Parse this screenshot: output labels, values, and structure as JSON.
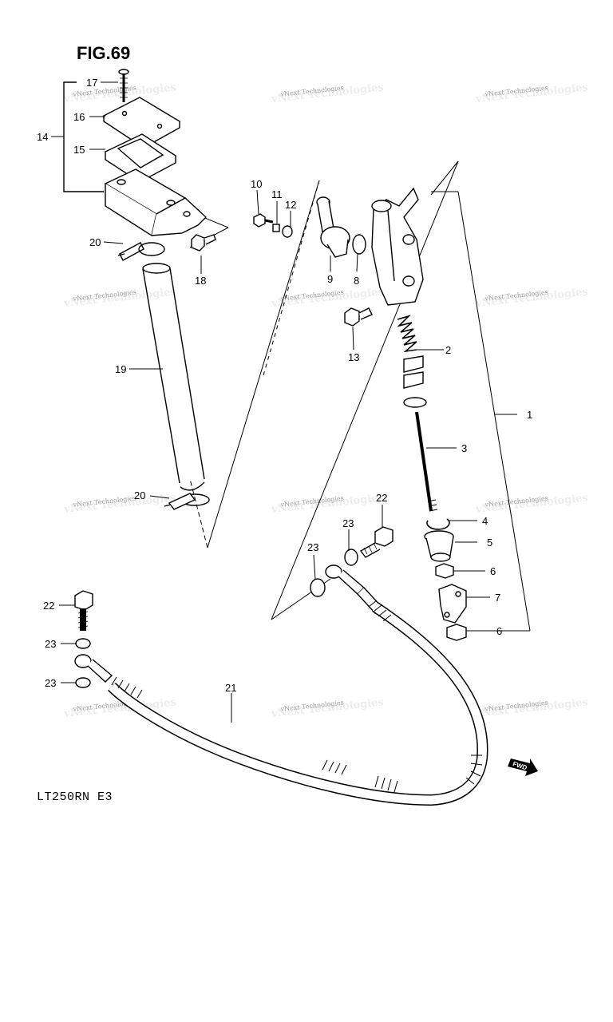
{
  "figure_title": "FIG.69",
  "model_code": "LT250RN E3",
  "watermark_text": "vNext Technologies",
  "fwd_label": "FWD",
  "callouts": [
    {
      "id": "c17a",
      "text": "17"
    },
    {
      "id": "c16",
      "text": "16"
    },
    {
      "id": "c15",
      "text": "15"
    },
    {
      "id": "c14",
      "text": "14"
    },
    {
      "id": "c20a",
      "text": "20"
    },
    {
      "id": "c18",
      "text": "18"
    },
    {
      "id": "c19",
      "text": "19"
    },
    {
      "id": "c20b",
      "text": "20"
    },
    {
      "id": "c10",
      "text": "10"
    },
    {
      "id": "c11",
      "text": "11"
    },
    {
      "id": "c12",
      "text": "12"
    },
    {
      "id": "c9",
      "text": "9"
    },
    {
      "id": "c8",
      "text": "8"
    },
    {
      "id": "c13",
      "text": "13"
    },
    {
      "id": "c2",
      "text": "2"
    },
    {
      "id": "c1",
      "text": "1"
    },
    {
      "id": "c3",
      "text": "3"
    },
    {
      "id": "c22a",
      "text": "22"
    },
    {
      "id": "c23a",
      "text": "23"
    },
    {
      "id": "c23b",
      "text": "23"
    },
    {
      "id": "c4",
      "text": "4"
    },
    {
      "id": "c5",
      "text": "5"
    },
    {
      "id": "c6a",
      "text": "6"
    },
    {
      "id": "c7",
      "text": "7"
    },
    {
      "id": "c6b",
      "text": "6"
    },
    {
      "id": "c22b",
      "text": "22"
    },
    {
      "id": "c23c",
      "text": "23"
    },
    {
      "id": "c23d",
      "text": "23"
    },
    {
      "id": "c21",
      "text": "21"
    }
  ]
}
